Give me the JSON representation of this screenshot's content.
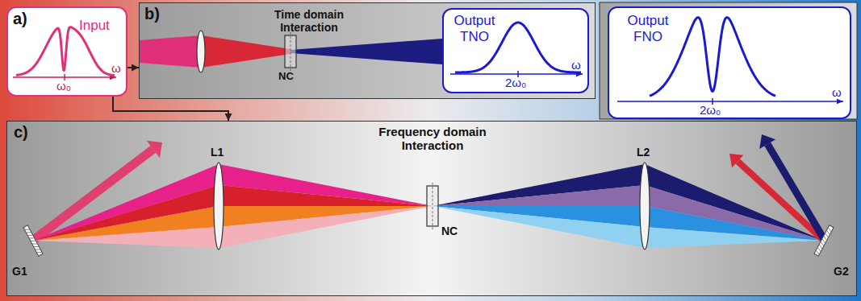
{
  "diagram": {
    "nodes": [
      {
        "text": [
          "a)",
          "Input",
          "ω₀",
          "ω"
        ]
      },
      {
        "text": [
          "b)",
          "Time domain Interaction",
          "NC"
        ]
      },
      {
        "text": [
          "Output TNO",
          "2ω₀",
          "ω"
        ],
        "in": 1
      },
      {
        "text": [
          "Output FNO",
          "2ω₀",
          "ω"
        ]
      },
      {
        "text": [
          "c)",
          "Frequency domain Interaction",
          "G1",
          "L1",
          "NC",
          "L2",
          "G2"
        ]
      }
    ],
    "edges": [
      {
        "from": 0,
        "to": 1,
        "arrow": "to"
      },
      {
        "from": 0,
        "to": 4,
        "arrow": "to"
      }
    ]
  }
}
